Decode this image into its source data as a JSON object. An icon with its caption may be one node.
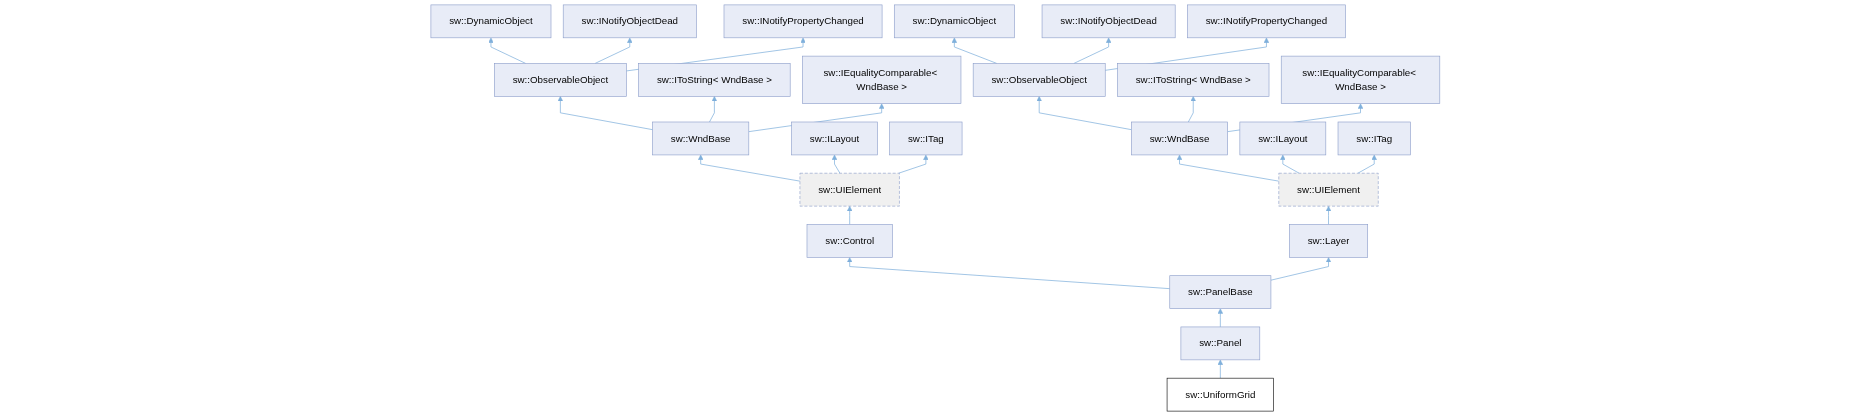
{
  "diagram": {
    "nodes": [
      {
        "text": [
          "sw::DynamicObject"
        ]
      },
      {
        "text": [
          "sw::INotifyObjectDead"
        ]
      },
      {
        "text": [
          "sw::INotifyPropertyChanged"
        ]
      },
      {
        "text": [
          "sw::DynamicObject"
        ]
      },
      {
        "text": [
          "sw::INotifyObjectDead"
        ]
      },
      {
        "text": [
          "sw::INotifyPropertyChanged"
        ]
      },
      {
        "text": [
          "sw::ObservableObject"
        ]
      },
      {
        "text": [
          "sw::IToString< WndBase >"
        ]
      },
      {
        "text": [
          "sw::IEqualityComparable< WndBase >"
        ]
      },
      {
        "text": [
          "sw::ObservableObject"
        ]
      },
      {
        "text": [
          "sw::IToString< WndBase >"
        ]
      },
      {
        "text": [
          "sw::IEqualityComparable< WndBase >"
        ]
      },
      {
        "text": [
          "sw::WndBase"
        ]
      },
      {
        "text": [
          "sw::ILayout"
        ]
      },
      {
        "text": [
          "sw::ITag"
        ]
      },
      {
        "text": [
          "sw::WndBase"
        ]
      },
      {
        "text": [
          "sw::ILayout"
        ]
      },
      {
        "text": [
          "sw::ITag"
        ]
      },
      {
        "text": [
          "sw::UIElement"
        ]
      },
      {
        "text": [
          "sw::UIElement"
        ]
      },
      {
        "text": [
          "sw::Control"
        ]
      },
      {
        "text": [
          "sw::Layer"
        ]
      },
      {
        "text": [
          "sw::PanelBase"
        ]
      },
      {
        "text": [
          "sw::Panel"
        ]
      },
      {
        "text": [
          "sw::UniformGrid"
        ]
      }
    ],
    "edges": [
      {
        "from": 6,
        "to": 0,
        "arrow": "to"
      },
      {
        "from": 6,
        "to": 1,
        "arrow": "to"
      },
      {
        "from": 6,
        "to": 2,
        "arrow": "to"
      },
      {
        "from": 9,
        "to": 3,
        "arrow": "to"
      },
      {
        "from": 9,
        "to": 4,
        "arrow": "to"
      },
      {
        "from": 9,
        "to": 5,
        "arrow": "to"
      },
      {
        "from": 12,
        "to": 6,
        "arrow": "to"
      },
      {
        "from": 12,
        "to": 7,
        "arrow": "to"
      },
      {
        "from": 12,
        "to": 8,
        "arrow": "to"
      },
      {
        "from": 15,
        "to": 9,
        "arrow": "to"
      },
      {
        "from": 15,
        "to": 10,
        "arrow": "to"
      },
      {
        "from": 15,
        "to": 11,
        "arrow": "to"
      },
      {
        "from": 18,
        "to": 12,
        "arrow": "to"
      },
      {
        "from": 18,
        "to": 13,
        "arrow": "to"
      },
      {
        "from": 18,
        "to": 14,
        "arrow": "to"
      },
      {
        "from": 19,
        "to": 15,
        "arrow": "to"
      },
      {
        "from": 19,
        "to": 16,
        "arrow": "to"
      },
      {
        "from": 19,
        "to": 17,
        "arrow": "to"
      },
      {
        "from": 20,
        "to": 18,
        "arrow": "to"
      },
      {
        "from": 21,
        "to": 19,
        "arrow": "to"
      },
      {
        "from": 22,
        "to": 20,
        "arrow": "to"
      },
      {
        "from": 22,
        "to": 21,
        "arrow": "to"
      },
      {
        "from": 23,
        "to": 22,
        "arrow": "to"
      },
      {
        "from": 24,
        "to": 23,
        "arrow": "to"
      }
    ]
  }
}
